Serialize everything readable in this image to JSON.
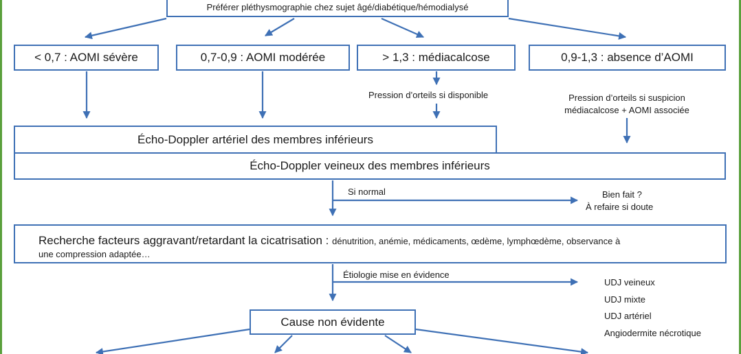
{
  "boxes": {
    "top_note": "Préférer pléthysmographie chez sujet âgé/diabétique/hémodialysé",
    "severe": "< 0,7 : AOMI sévère",
    "moderate": "0,7-0,9 : AOMI modérée",
    "calcosis": "> 1,3 : médiacalcose",
    "absence": "0,9-1,3 : absence d’AOMI",
    "arterial_doppler": "Écho-Doppler artériel des membres inférieurs",
    "venous_doppler": "Écho-Doppler veineux des membres inférieurs",
    "search_title": "Recherche facteurs aggravant/retardant la cicatrisation : ",
    "search_detail_1": "dénutrition, anémie, médicaments, œdème, lymphœdème, observance à",
    "search_detail_2": "une compression adaptée…",
    "cause": "Cause non évidente"
  },
  "labels": {
    "toe_pressure": "Pression d’orteils si disponible",
    "toe_pressure_susp_1": "Pression d’orteils si suspicion",
    "toe_pressure_susp_2": "médiacalcose + AOMI associée",
    "if_normal": "Si normal",
    "well_done_1": "Bien fait ?",
    "well_done_2": "À refaire si doute",
    "etiology": "Étiologie mise en évidence",
    "udj": [
      "UDJ veineux",
      "UDJ mixte",
      "UDJ artériel",
      "Angiodermite nécrotique"
    ]
  },
  "colors": {
    "arrow": "#3e70b5",
    "border": "#3e70b5",
    "frame": "#5aa03c"
  }
}
